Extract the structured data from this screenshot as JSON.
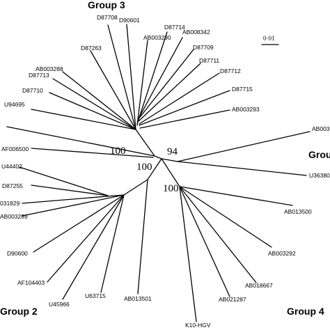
{
  "tree": {
    "groups": [
      "Group 3",
      "Grou",
      "Group 2",
      "Group 4"
    ],
    "bootstrap": [
      "100",
      "94",
      "100",
      "100"
    ],
    "scale_bar": "0·01",
    "group3_leaves": [
      "D87708",
      "D90601",
      "D87714",
      "AB003290",
      "AB008342",
      "D87263",
      "D87709",
      "D87711",
      "AB003288",
      "D87713",
      "D87712",
      "D87710",
      "D87715",
      "U94695",
      "AB003293"
    ],
    "group1_leaves": [
      "AB003",
      "U36380"
    ],
    "group2_leaves": [
      "AF006500",
      "U44402",
      "D87255",
      "031829",
      "AB003289",
      "D90600",
      "AF104403",
      "U45966",
      "U63715",
      "AB013501"
    ],
    "group4_leaves": [
      "AB013500",
      "AB003292",
      "AB018667",
      "AB021287",
      "K10-HGV"
    ]
  }
}
